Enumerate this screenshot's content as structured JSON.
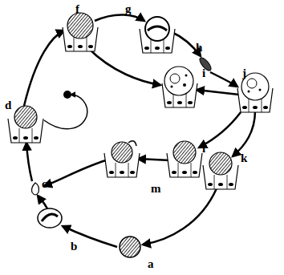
{
  "diagram": {
    "labels": [
      "f",
      "g",
      "h",
      "i",
      "j",
      "d",
      "c",
      "l",
      "k",
      "m",
      "b",
      "a"
    ]
  }
}
